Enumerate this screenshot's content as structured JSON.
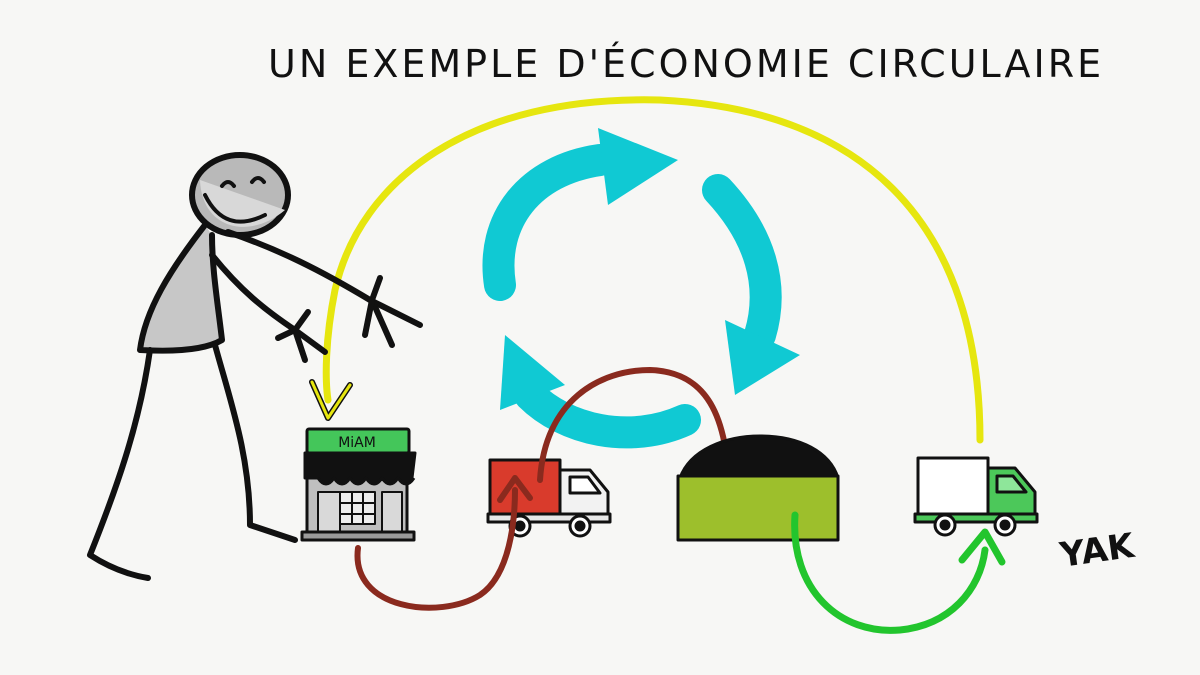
{
  "title": "UN EXEMPLE D'ÉCONOMIE CIRCULAIRE",
  "shop_sign": "MiAM",
  "signature": "YAK",
  "colors": {
    "background": "#f7f7f5",
    "cycle_arrows": "#10c9d3",
    "yellow_arc": "#e6e60f",
    "brown_arrow": "#8a2a1e",
    "green_arrow": "#22c52d",
    "red_truck": "#d93b2c",
    "green_truck": "#4cc85a",
    "compost_bin": "#9dbf2c",
    "shop_green": "#44c65a"
  },
  "icons": [
    "stick-figure",
    "shop-icon",
    "red-delivery-truck-icon",
    "compost-bin-icon",
    "green-delivery-truck-icon",
    "recycle-cycle-icon"
  ]
}
